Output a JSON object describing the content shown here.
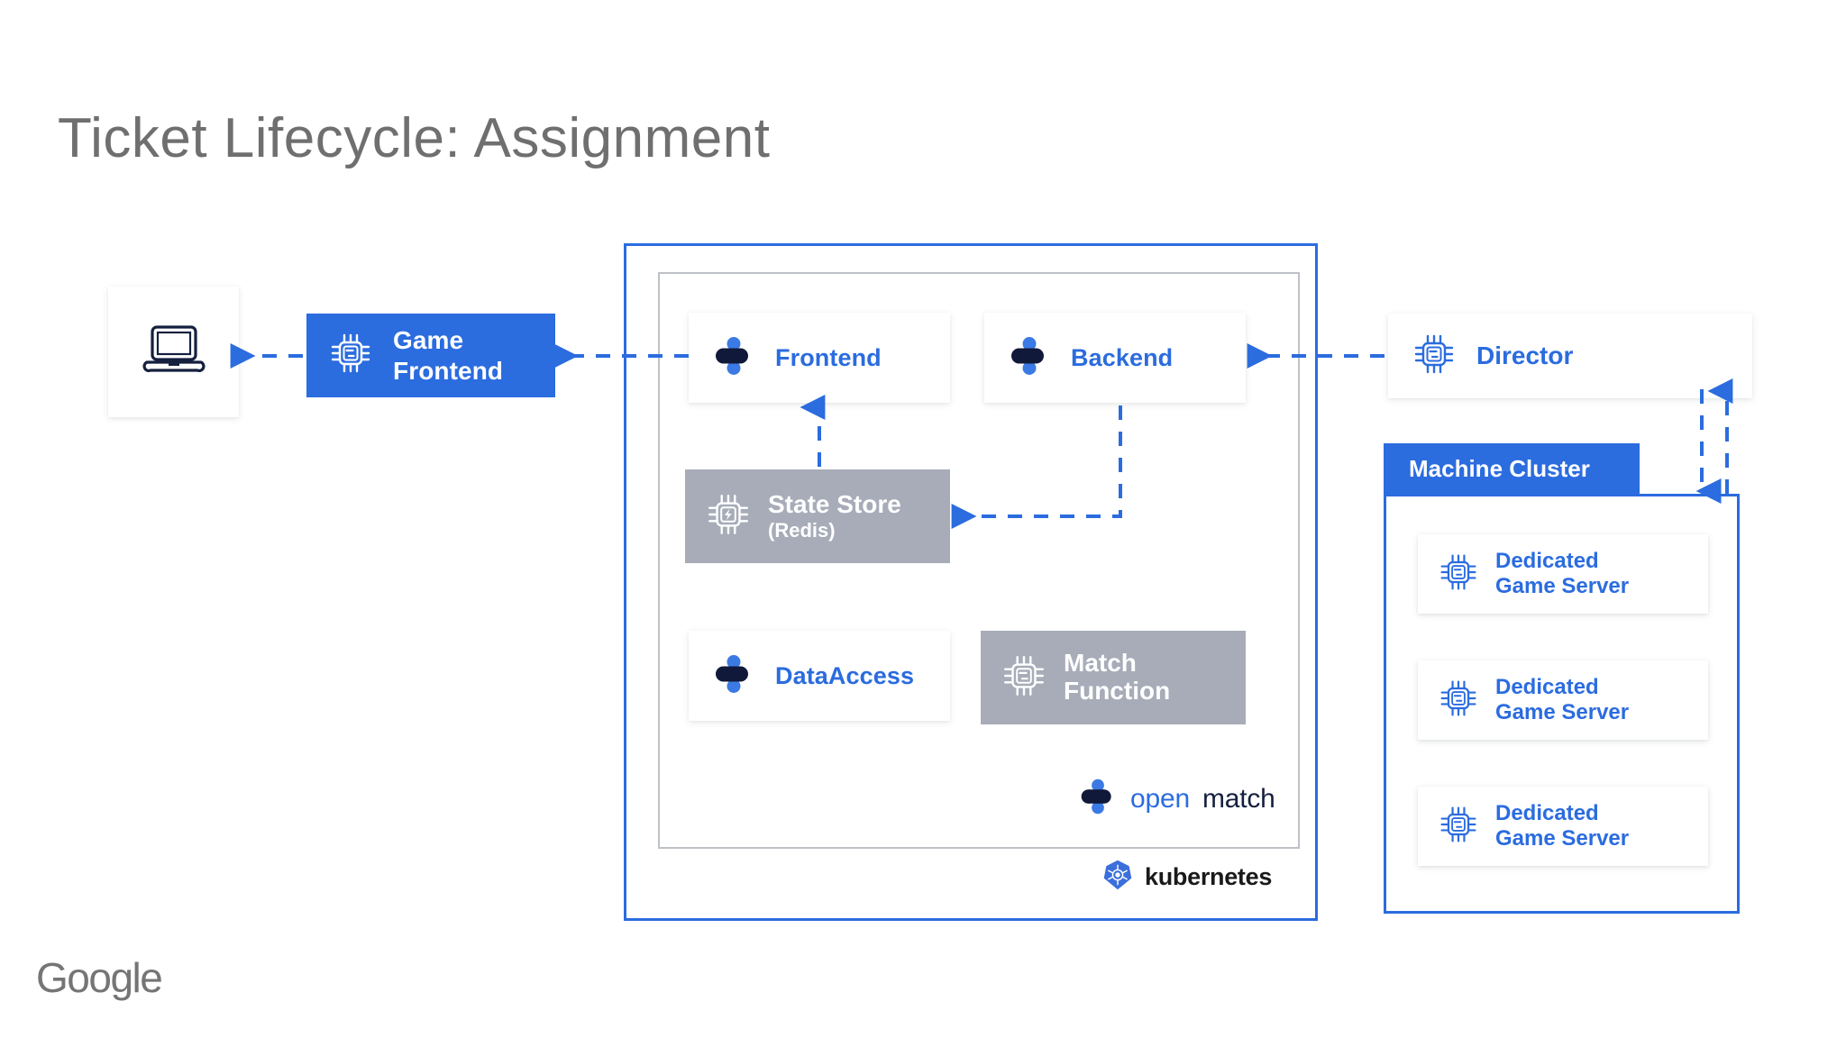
{
  "slide": {
    "title": "Ticket Lifecycle: Assignment",
    "brand": "Google",
    "accent_blue": "#2b6cdf",
    "navy": "#15203f",
    "gray_box": "#a7acb8",
    "title_gray": "#6f6f6f"
  },
  "client": {
    "icon": "laptop-icon"
  },
  "game_frontend": {
    "label_line1": "Game",
    "label_line2": "Frontend",
    "icon": "chip-icon"
  },
  "kubernetes_cluster": {
    "wordmark": "kubernetes",
    "icon": "kubernetes-helm-icon",
    "border_color": "#2b6cdf"
  },
  "open_match": {
    "wordmark_open": "open",
    "wordmark_match": "match",
    "icon": "open-match-icon",
    "border_color": "#bdc1c6",
    "services": [
      {
        "name": "Frontend",
        "icon": "open-match-icon",
        "style": "white"
      },
      {
        "name": "Backend",
        "icon": "open-match-icon",
        "style": "white"
      },
      {
        "name": "DataAccess",
        "icon": "open-match-icon",
        "style": "white"
      }
    ],
    "state_store": {
      "label_line1": "State Store",
      "label_line2": "(Redis)",
      "icon": "chip-bolt-icon",
      "style": "gray"
    },
    "match_function": {
      "label_line1": "Match",
      "label_line2": "Function",
      "icon": "chip-icon",
      "style": "gray"
    }
  },
  "director": {
    "label": "Director",
    "icon": "chip-icon"
  },
  "machine_cluster": {
    "title": "Machine Cluster",
    "servers": [
      {
        "label_line1": "Dedicated",
        "label_line2": "Game Server",
        "icon": "chip-icon"
      },
      {
        "label_line1": "Dedicated",
        "label_line2": "Game Server",
        "icon": "chip-icon"
      },
      {
        "label_line1": "Dedicated",
        "label_line2": "Game Server",
        "icon": "chip-icon"
      }
    ]
  },
  "connections": [
    {
      "from": "Game Frontend",
      "to": "Client",
      "style": "dashed",
      "direction": "left"
    },
    {
      "from": "Frontend",
      "to": "Game Frontend",
      "style": "dashed",
      "direction": "left"
    },
    {
      "from": "State Store",
      "to": "Frontend",
      "style": "dashed",
      "direction": "up"
    },
    {
      "from": "Backend",
      "to": "State Store",
      "style": "dashed",
      "direction": "left"
    },
    {
      "from": "Director",
      "to": "Backend",
      "style": "dashed",
      "direction": "left"
    },
    {
      "from": "Director",
      "to": "Machine Cluster",
      "style": "dashed",
      "direction": "down"
    },
    {
      "from": "Machine Cluster",
      "to": "Director",
      "style": "dashed",
      "direction": "up"
    }
  ]
}
